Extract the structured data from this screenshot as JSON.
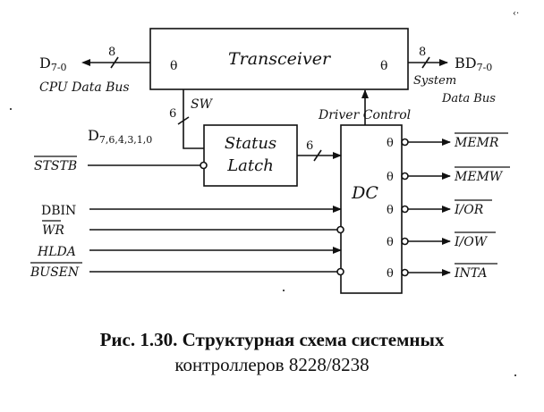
{
  "diagram": {
    "blocks": {
      "transceiver": "Transceiver",
      "status_latch_line1": "Status",
      "status_latch_line2": "Latch",
      "decoder": "DC"
    },
    "left_signals": {
      "cpu_data": "D",
      "cpu_data_sub": "7-0",
      "cpu_data_width": "8",
      "cpu_bus_label": "CPU Data Bus",
      "status_bits": "D",
      "status_bits_sub": "7,6,4,3,1,0",
      "ststb": "STSTB",
      "dbin": "DBIN",
      "wr": "WR",
      "hlda": "HLDA",
      "busen": "BUSEN"
    },
    "right_signals": {
      "system_data": "BD",
      "system_data_sub": "7-0",
      "system_data_width": "8",
      "system_bus_label_1": "System",
      "system_bus_label_2": "Data Bus",
      "memr": "MEMR",
      "memw": "MEMW",
      "ior": "I/OR",
      "iow": "I/OW",
      "inta": "INTA"
    },
    "internal": {
      "sw_label": "SW",
      "sw_width": "6",
      "latch_out_width": "6",
      "driver_control": "Driver Control",
      "tristate": "θ"
    },
    "stray_mark": "‹·"
  },
  "caption": {
    "figure_no": "Рис. 1.30.",
    "line1_rest": " Структурная схема системных",
    "line2": "контроллеров 8228/8238"
  }
}
